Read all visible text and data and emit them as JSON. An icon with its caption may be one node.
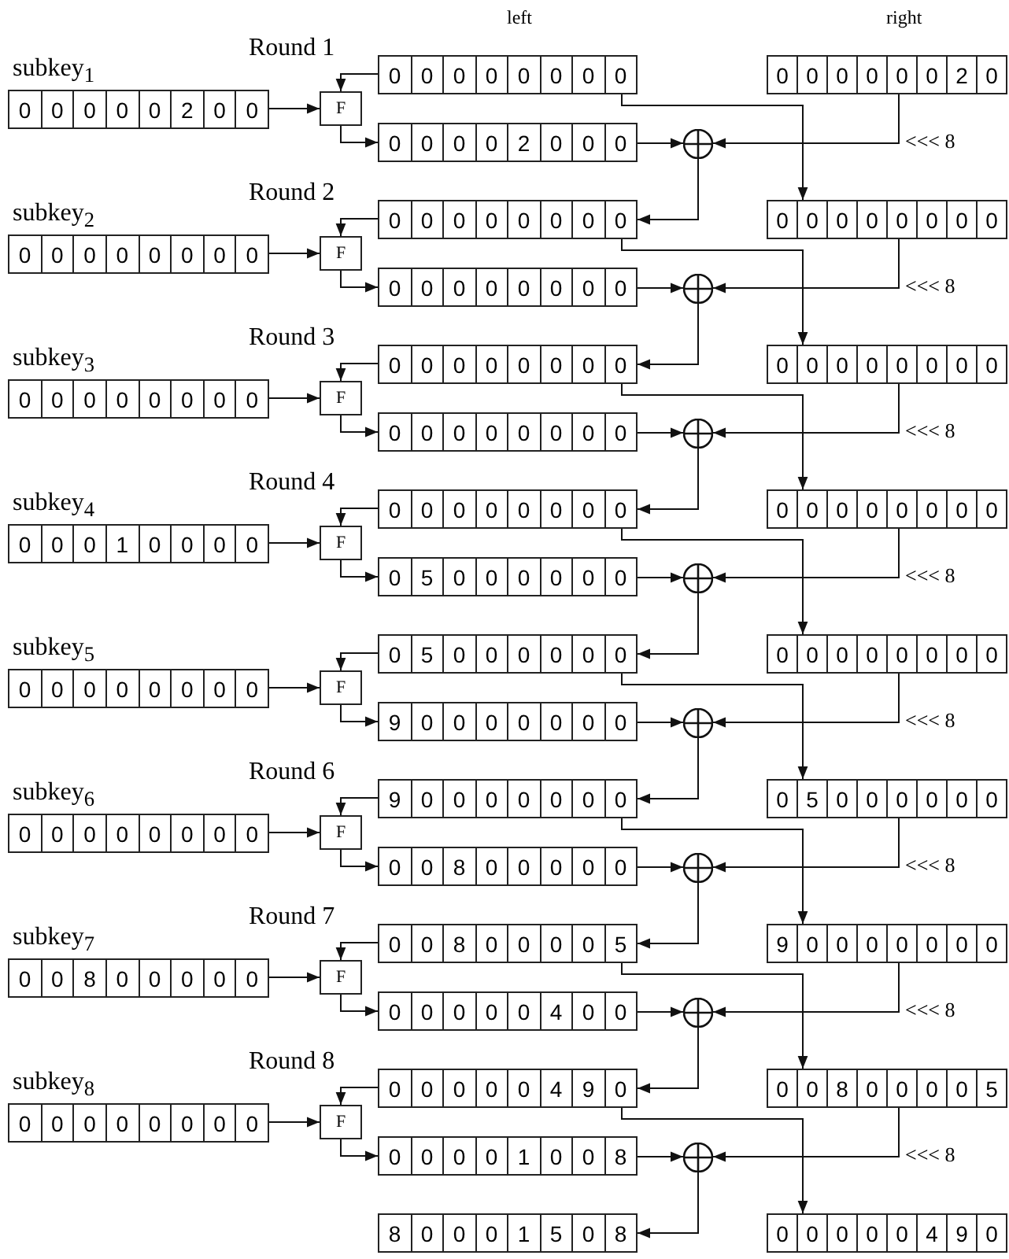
{
  "diagram": {
    "nodes": [
      {
        "text": [
          "0",
          "0",
          "0",
          "0",
          "0",
          "2",
          "0",
          "0"
        ],
        "beside": [
          "subkey$_{1}$"
        ]
      },
      {
        "text": [
          "F"
        ]
      },
      {
        "text": [
          "0",
          "0",
          "0",
          "0",
          "0",
          "0",
          "0",
          "0"
        ],
        "beside": [
          "Round 1"
        ]
      },
      {
        "text": [
          "0",
          "0",
          "0",
          "0",
          "2",
          "0",
          "0",
          "0"
        ]
      },
      {
        "text": [],
        "shape": "circle"
      },
      {
        "text": [
          "0",
          "0",
          "0",
          "0",
          "0",
          "0",
          "2",
          "0"
        ]
      },
      {
        "text": [
          "0",
          "0",
          "0",
          "0",
          "0",
          "0",
          "0",
          "0"
        ],
        "beside": [
          "subkey$_{2}$"
        ]
      },
      {
        "text": [
          "F"
        ]
      },
      {
        "text": [
          "0",
          "0",
          "0",
          "0",
          "0",
          "0",
          "0",
          "0"
        ],
        "beside": [
          "Round 2"
        ]
      },
      {
        "text": [
          "0",
          "0",
          "0",
          "0",
          "0",
          "0",
          "0",
          "0"
        ]
      },
      {
        "text": [],
        "shape": "circle"
      },
      {
        "text": [
          "0",
          "0",
          "0",
          "0",
          "0",
          "0",
          "0",
          "0"
        ]
      },
      {
        "text": [
          "0",
          "0",
          "0",
          "0",
          "0",
          "0",
          "0",
          "0"
        ],
        "beside": [
          "subkey$_{3}$"
        ]
      },
      {
        "text": [
          "F"
        ]
      },
      {
        "text": [
          "0",
          "0",
          "0",
          "0",
          "0",
          "0",
          "0",
          "0"
        ],
        "beside": [
          "Round 3"
        ]
      },
      {
        "text": [
          "0",
          "0",
          "0",
          "0",
          "0",
          "0",
          "0",
          "0"
        ]
      },
      {
        "text": [],
        "shape": "circle"
      },
      {
        "text": [
          "0",
          "0",
          "0",
          "0",
          "0",
          "0",
          "0",
          "0"
        ]
      },
      {
        "text": [
          "0",
          "0",
          "0",
          "1",
          "0",
          "0",
          "0",
          "0"
        ],
        "beside": [
          "subkey$_{4}$"
        ]
      },
      {
        "text": [
          "F"
        ]
      },
      {
        "text": [
          "0",
          "0",
          "0",
          "0",
          "0",
          "0",
          "0",
          "0"
        ],
        "beside": [
          "Round 4"
        ]
      },
      {
        "text": [
          "0",
          "5",
          "0",
          "0",
          "0",
          "0",
          "0",
          "0"
        ]
      },
      {
        "text": [],
        "shape": "circle"
      },
      {
        "text": [
          "0",
          "0",
          "0",
          "0",
          "0",
          "0",
          "0",
          "0"
        ]
      },
      {
        "text": [
          "0",
          "0",
          "0",
          "0",
          "0",
          "0",
          "0",
          "0"
        ],
        "beside": [
          "subkey$_{5}$"
        ]
      },
      {
        "text": [
          "F"
        ]
      },
      {
        "text": [
          "0",
          "5",
          "0",
          "0",
          "0",
          "0",
          "0",
          "0"
        ]
      },
      {
        "text": [
          "9",
          "0",
          "0",
          "0",
          "0",
          "0",
          "0",
          "0"
        ]
      },
      {
        "text": [],
        "shape": "circle"
      },
      {
        "text": [
          "0",
          "0",
          "0",
          "0",
          "0",
          "0",
          "0",
          "0"
        ]
      },
      {
        "text": [
          "0",
          "0",
          "0",
          "0",
          "0",
          "0",
          "0",
          "0"
        ],
        "beside": [
          "subkey$_{6}$"
        ]
      },
      {
        "text": [
          "F"
        ]
      },
      {
        "text": [
          "9",
          "0",
          "0",
          "0",
          "0",
          "0",
          "0",
          "0"
        ],
        "beside": [
          "Round 6"
        ]
      },
      {
        "text": [
          "0",
          "0",
          "8",
          "0",
          "0",
          "0",
          "0",
          "0"
        ]
      },
      {
        "text": [],
        "shape": "circle"
      },
      {
        "text": [
          "0",
          "5",
          "0",
          "0",
          "0",
          "0",
          "0",
          "0"
        ]
      },
      {
        "text": [
          "0",
          "0",
          "8",
          "0",
          "0",
          "0",
          "0",
          "0"
        ],
        "beside": [
          "subkey$_{7}$"
        ]
      },
      {
        "text": [
          "F"
        ]
      },
      {
        "text": [
          "0",
          "0",
          "8",
          "0",
          "0",
          "0",
          "0",
          "5"
        ],
        "beside": [
          "Round 7"
        ]
      },
      {
        "text": [
          "0",
          "0",
          "0",
          "0",
          "0",
          "4",
          "0",
          "0"
        ]
      },
      {
        "text": [],
        "shape": "circle"
      },
      {
        "text": [
          "9",
          "0",
          "0",
          "0",
          "0",
          "0",
          "0",
          "0"
        ]
      },
      {
        "text": [
          "0",
          "0",
          "0",
          "0",
          "0",
          "0",
          "0",
          "0"
        ],
        "beside": [
          "subkey$_{8}$"
        ]
      },
      {
        "text": [
          "F"
        ]
      },
      {
        "text": [
          "0",
          "0",
          "0",
          "0",
          "0",
          "4",
          "9",
          "0"
        ],
        "beside": [
          "Round 8"
        ]
      },
      {
        "text": [
          "0",
          "0",
          "0",
          "0",
          "1",
          "0",
          "0",
          "8"
        ]
      },
      {
        "text": [],
        "shape": "circle"
      },
      {
        "text": [
          "0",
          "0",
          "8",
          "0",
          "0",
          "0",
          "0",
          "5"
        ]
      },
      {
        "text": [
          "8",
          "0",
          "0",
          "0",
          "1",
          "5",
          "0",
          "8"
        ]
      },
      {
        "text": [
          "0",
          "0",
          "0",
          "0",
          "0",
          "4",
          "9",
          "0"
        ]
      }
    ],
    "edges": [
      {
        "from": 0,
        "to": 1,
        "arrow": "to"
      },
      {
        "from": 2,
        "to": 1,
        "arrow": "to"
      },
      {
        "from": 1,
        "to": 3,
        "arrow": "to"
      },
      {
        "from": 3,
        "to": 4,
        "arrow": "to"
      },
      {
        "from": 5,
        "to": 4,
        "arrow": "to",
        "label": "<<< 8"
      },
      {
        "from": 4,
        "to": 8,
        "arrow": "to"
      },
      {
        "from": 2,
        "to": 11,
        "arrow": "to"
      },
      {
        "from": 6,
        "to": 7,
        "arrow": "to"
      },
      {
        "from": 8,
        "to": 7,
        "arrow": "to"
      },
      {
        "from": 7,
        "to": 9,
        "arrow": "to"
      },
      {
        "from": 9,
        "to": 10,
        "arrow": "to"
      },
      {
        "from": 11,
        "to": 10,
        "arrow": "to",
        "label": "<<< 8"
      },
      {
        "from": 10,
        "to": 14,
        "arrow": "to"
      },
      {
        "from": 8,
        "to": 17,
        "arrow": "to"
      },
      {
        "from": 12,
        "to": 13,
        "arrow": "to"
      },
      {
        "from": 14,
        "to": 13,
        "arrow": "to"
      },
      {
        "from": 13,
        "to": 15,
        "arrow": "to"
      },
      {
        "from": 15,
        "to": 16,
        "arrow": "to"
      },
      {
        "from": 17,
        "to": 16,
        "arrow": "to",
        "label": "<<< 8"
      },
      {
        "from": 16,
        "to": 20,
        "arrow": "to"
      },
      {
        "from": 14,
        "to": 23,
        "arrow": "to"
      },
      {
        "from": 18,
        "to": 19,
        "arrow": "to"
      },
      {
        "from": 20,
        "to": 19,
        "arrow": "to"
      },
      {
        "from": 19,
        "to": 21,
        "arrow": "to"
      },
      {
        "from": 21,
        "to": 22,
        "arrow": "to"
      },
      {
        "from": 23,
        "to": 22,
        "arrow": "to",
        "label": "<<< 8"
      },
      {
        "from": 22,
        "to": 26,
        "arrow": "to"
      },
      {
        "from": 20,
        "to": 29,
        "arrow": "to"
      },
      {
        "from": 24,
        "to": 25,
        "arrow": "to"
      },
      {
        "from": 26,
        "to": 25,
        "arrow": "to"
      },
      {
        "from": 25,
        "to": 27,
        "arrow": "to"
      },
      {
        "from": 27,
        "to": 28,
        "arrow": "to"
      },
      {
        "from": 29,
        "to": 28,
        "arrow": "to",
        "label": "<<< 8"
      },
      {
        "from": 28,
        "to": 32,
        "arrow": "to"
      },
      {
        "from": 26,
        "to": 35,
        "arrow": "to"
      },
      {
        "from": 30,
        "to": 31,
        "arrow": "to"
      },
      {
        "from": 32,
        "to": 31,
        "arrow": "to"
      },
      {
        "from": 31,
        "to": 33,
        "arrow": "to"
      },
      {
        "from": 33,
        "to": 34,
        "arrow": "to"
      },
      {
        "from": 35,
        "to": 34,
        "arrow": "to",
        "label": "<<< 8"
      },
      {
        "from": 34,
        "to": 38,
        "arrow": "to"
      },
      {
        "from": 32,
        "to": 41,
        "arrow": "to"
      },
      {
        "from": 36,
        "to": 37,
        "arrow": "to"
      },
      {
        "from": 38,
        "to": 37,
        "arrow": "to"
      },
      {
        "from": 37,
        "to": 39,
        "arrow": "to"
      },
      {
        "from": 39,
        "to": 40,
        "arrow": "to"
      },
      {
        "from": 41,
        "to": 40,
        "arrow": "to",
        "label": "<<< 8"
      },
      {
        "from": 40,
        "to": 44,
        "arrow": "to"
      },
      {
        "from": 38,
        "to": 47,
        "arrow": "to"
      },
      {
        "from": 42,
        "to": 43,
        "arrow": "to"
      },
      {
        "from": 44,
        "to": 43,
        "arrow": "to"
      },
      {
        "from": 43,
        "to": 45,
        "arrow": "to"
      },
      {
        "from": 45,
        "to": 46,
        "arrow": "to"
      },
      {
        "from": 47,
        "to": 46,
        "arrow": "to",
        "label": "<<< 8"
      },
      {
        "from": 46,
        "to": 48,
        "arrow": "to"
      },
      {
        "from": 44,
        "to": 49,
        "arrow": "to"
      }
    ],
    "labels": [
      "left",
      "right"
    ]
  }
}
